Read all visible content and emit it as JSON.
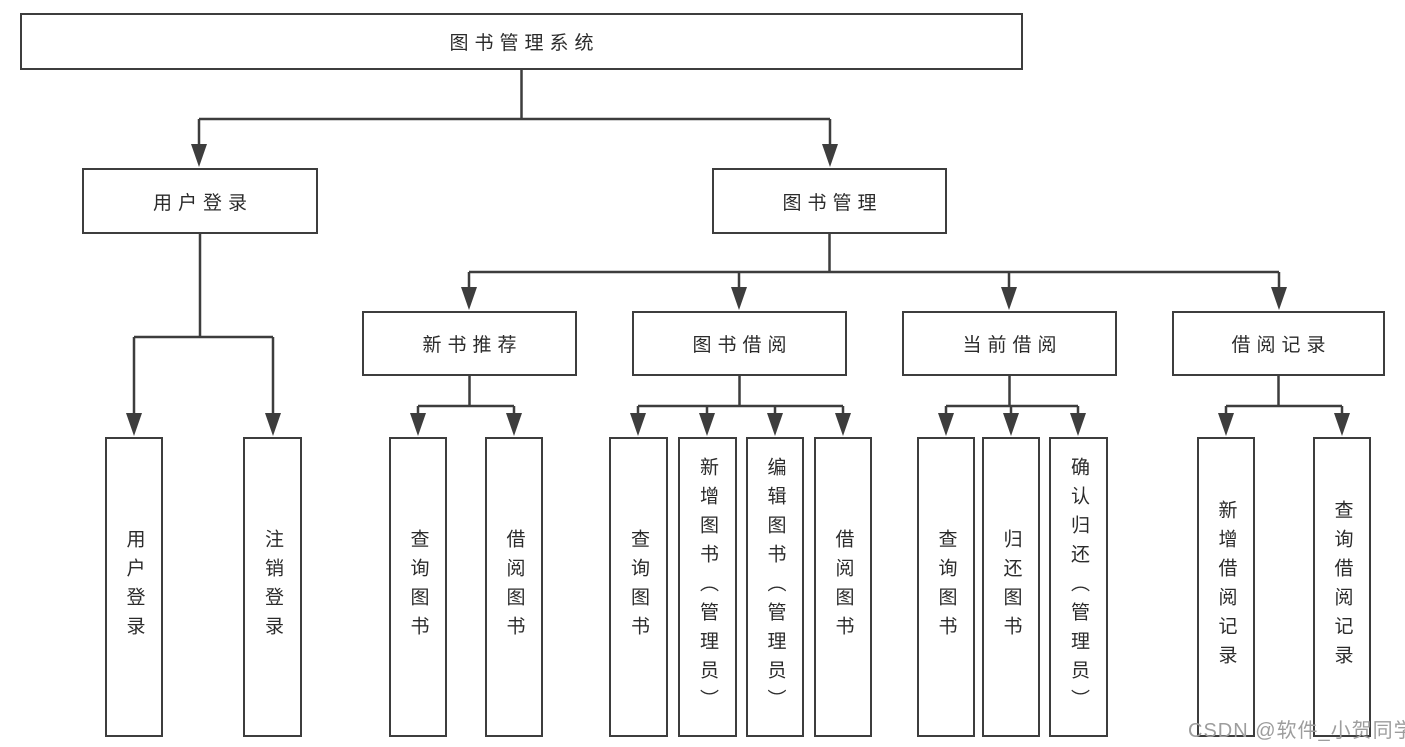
{
  "diagram": {
    "nodes": {
      "root": "图书管理系统",
      "user_login": "用户登录",
      "book_management": "图书管理",
      "new_book_recommend": "新书推荐",
      "book_borrow": "图书借阅",
      "current_borrow": "当前借阅",
      "borrow_records": "借阅记录"
    },
    "leaves": {
      "user_login": [
        "用户登录",
        "注销登录"
      ],
      "new_book_recommend": [
        "查询图书",
        "借阅图书"
      ],
      "book_borrow": [
        "查询图书",
        "新增图书（管理员）",
        "编辑图书（管理员）",
        "借阅图书"
      ],
      "current_borrow": [
        "查询图书",
        "归还图书",
        "确认归还（管理员）"
      ],
      "borrow_records": [
        "新增借阅记录",
        "查询借阅记录"
      ]
    }
  },
  "watermark": "CSDN @软件_小贺同学",
  "colors": {
    "line": "#3d3d3d",
    "border": "#3d3d3d",
    "text": "#2b2b2b",
    "bg": "#ffffff",
    "watermark": "#9d9d9d"
  }
}
